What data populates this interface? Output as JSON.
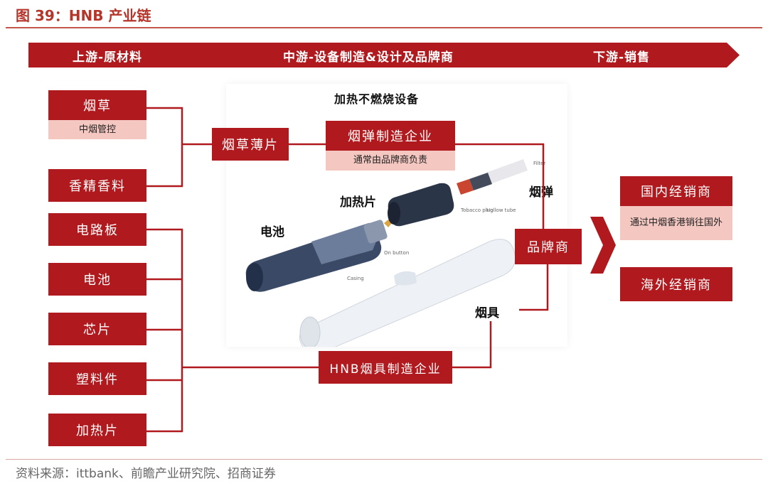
{
  "title": "图 39：HNB 产业链",
  "banner": {
    "upstream": "上游-原材料",
    "midstream": "中游-设备制造&设计及品牌商",
    "downstream": "下游-销售"
  },
  "upstream": {
    "tobacco": {
      "label": "烟草",
      "note": "中烟管控"
    },
    "flavor": "香精香料",
    "circuit_board": "电路板",
    "battery": "电池",
    "chip": "芯片",
    "plastic_parts": "塑料件",
    "heating_blade": "加热片"
  },
  "midstream": {
    "tobacco_sheet": "烟草薄片",
    "cartridge_maker": {
      "label": "烟弹制造企业",
      "note": "通常由品牌商负责"
    },
    "device_title": "加热不燃烧设备",
    "brand": "品牌商",
    "device_maker": "HNB烟具制造企业",
    "image_labels": {
      "battery": "电池",
      "heating_blade": "加热片",
      "cartridge": "烟弹",
      "device": "烟具",
      "filter": "Filter",
      "tobacco_plug": "Tobacco plug",
      "hollow_tube": "Hollow tube",
      "on_button": "On button",
      "casing": "Casing"
    }
  },
  "downstream": {
    "domestic": {
      "label": "国内经销商",
      "note": "通过中烟香港销往国外"
    },
    "overseas": "海外经销商"
  },
  "source": "资料来源：ittbank、前瞻产业研究院、招商证券",
  "colors": {
    "primary": "#b01a1e",
    "secondary": "#f5c7c1",
    "title": "#b5352a"
  }
}
